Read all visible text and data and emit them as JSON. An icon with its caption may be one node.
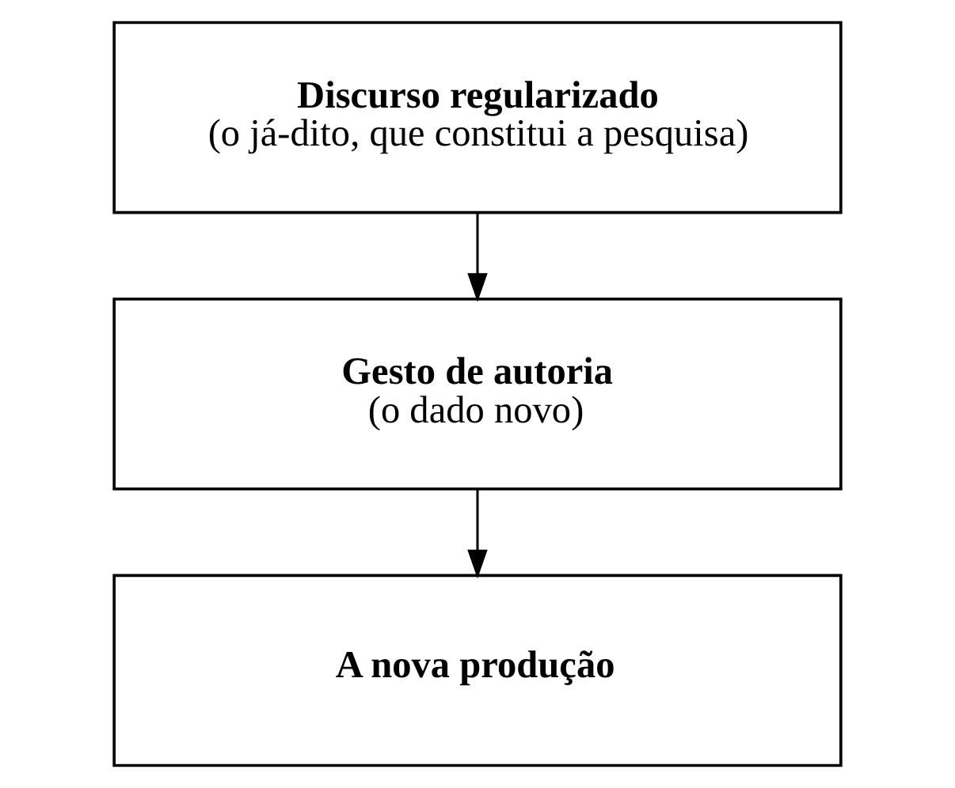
{
  "diagram": {
    "nodes": [
      {
        "text": [
          "Discurso regularizado",
          "(o já-dito, que constitui a pesquisa)"
        ]
      },
      {
        "text": [
          "Gesto de autoria",
          "(o dado novo)"
        ]
      },
      {
        "text": [
          "A nova produção"
        ]
      }
    ],
    "edges": [
      {
        "from": 0,
        "to": 1,
        "arrow": "to"
      },
      {
        "from": 1,
        "to": 2,
        "arrow": "to"
      }
    ]
  }
}
